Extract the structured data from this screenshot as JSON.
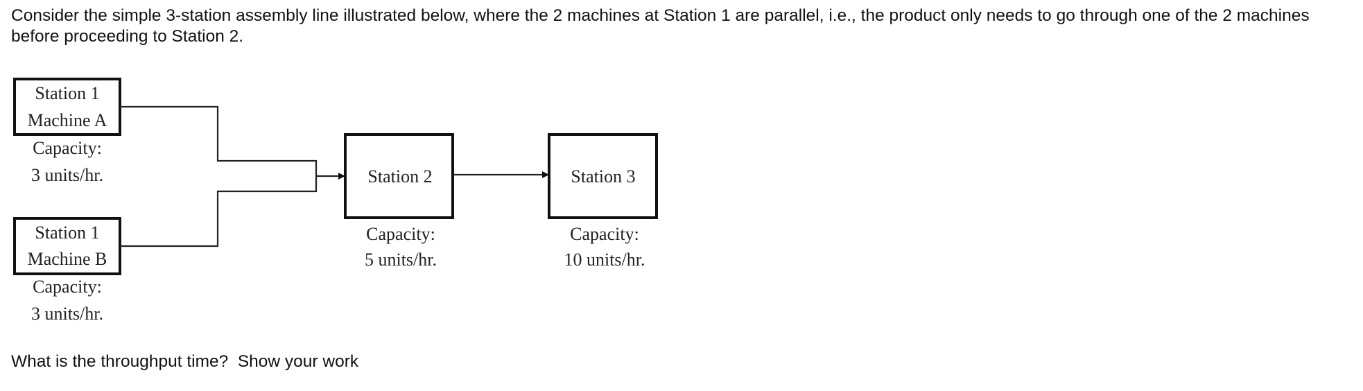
{
  "intro_text": "Consider the simple 3-station assembly line illustrated below, where the 2 machines at Station 1 are parallel, i.e., the product only needs to go through one of the 2 machines before proceeding to Station 2.",
  "question_text": "What is the throughput time?  Show your work",
  "diagram": {
    "machine_a": {
      "label_line1": "Station 1",
      "label_line2": "Machine A",
      "capacity_label": "Capacity:",
      "capacity_value": "3 units/hr."
    },
    "machine_b": {
      "label_line1": "Station 1",
      "label_line2": "Machine B",
      "capacity_label": "Capacity:",
      "capacity_value": "3 units/hr."
    },
    "station_2": {
      "label": "Station 2",
      "capacity_label": "Capacity:",
      "capacity_value": "5 units/hr."
    },
    "station_3": {
      "label": "Station 3",
      "capacity_label": "Capacity:",
      "capacity_value": "10 units/hr."
    }
  }
}
